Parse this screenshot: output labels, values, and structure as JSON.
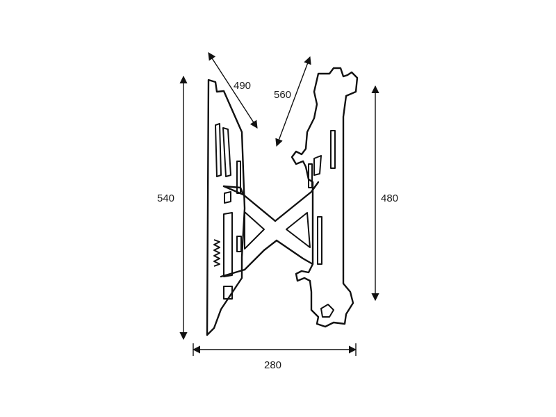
{
  "diagram": {
    "dimensions": {
      "height_left": "540",
      "height_right": "480",
      "width_bottom": "280",
      "diagonal_left": "490",
      "diagonal_right": "560"
    }
  }
}
